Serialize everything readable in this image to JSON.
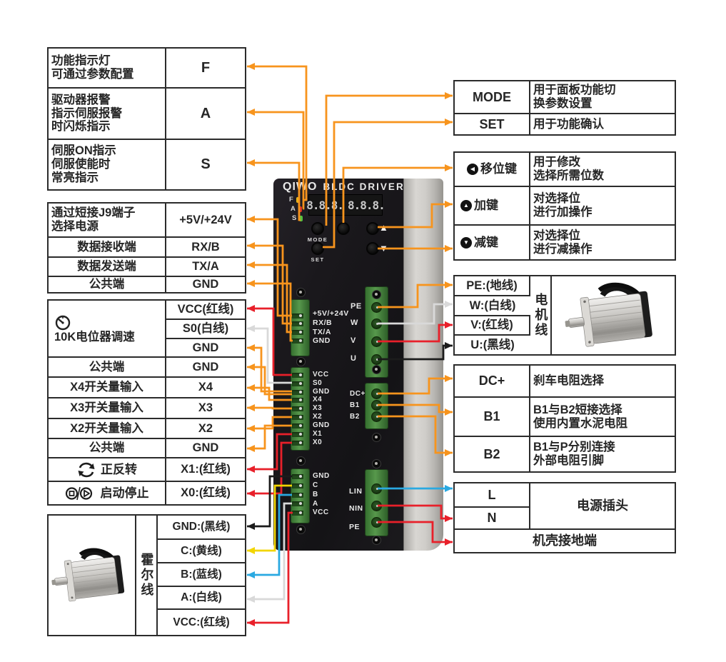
{
  "colors": {
    "orange": "#f7941d",
    "red": "#e8202a",
    "white_wire": "#d9d9d9",
    "black_wire": "#1b1b1b",
    "yellow": "#f2d500",
    "blue": "#2aa9e1",
    "table_border": "#2b2b2b",
    "led_f": "#e8b31a",
    "led_a": "#e03020",
    "led_s": "#58c040"
  },
  "left_tables": {
    "indicators": {
      "rows": [
        {
          "desc_lines": [
            "功能指示灯",
            "可通过参数配置"
          ],
          "code": "F"
        },
        {
          "desc_lines": [
            "驱动器报警",
            "指示伺服报警",
            "时闪烁指示"
          ],
          "code": "A"
        },
        {
          "desc_lines": [
            "伺服ON指示",
            "伺服使能时",
            "常亮指示"
          ],
          "code": "S"
        }
      ]
    },
    "comm": {
      "rows": [
        {
          "desc_lines": [
            "通过短接J9端子",
            "选择电源"
          ],
          "code": "+5V/+24V"
        },
        {
          "desc_lines": [
            "数据接收端"
          ],
          "code": "RX/B"
        },
        {
          "desc_lines": [
            "数据发送端"
          ],
          "code": "TX/A"
        },
        {
          "desc_lines": [
            "公共端"
          ],
          "code": "GND"
        }
      ]
    },
    "io": {
      "pot_label": "10K电位器调速",
      "pot_codes": [
        "VCC(红线)",
        "S0(白线)",
        "GND"
      ],
      "rows": [
        {
          "desc": "公共端",
          "code": "GND"
        },
        {
          "desc": "X4开关量输入",
          "code": "X4"
        },
        {
          "desc": "X3开关量输入",
          "code": "X3"
        },
        {
          "desc": "X2开关量输入",
          "code": "X2"
        },
        {
          "desc": "公共端",
          "code": "GND"
        },
        {
          "desc": "正反转",
          "code": "X1:(红线)"
        },
        {
          "desc": "启动停止",
          "code": "X0:(红线)"
        }
      ]
    },
    "hall": {
      "group_label": "霍尔线",
      "codes": [
        "GND:(黑线)",
        "C:(黄线)",
        "B:(蓝线)",
        "A:(白线)",
        "VCC:(红线)"
      ]
    }
  },
  "right_tables": {
    "panel_keys": {
      "rows": [
        {
          "key": "MODE",
          "desc_lines": [
            "用于面板功能切",
            "换参数设置"
          ]
        },
        {
          "key": "SET",
          "desc_lines": [
            "用于功能确认"
          ]
        }
      ]
    },
    "adjust_keys": {
      "rows": [
        {
          "icon_glyph": "◀",
          "key": "移位键",
          "desc_lines": [
            "用于修改",
            "选择所需位数"
          ]
        },
        {
          "icon_glyph": "▲",
          "key": "加键",
          "desc_lines": [
            "对选择位",
            "进行加操作"
          ]
        },
        {
          "icon_glyph": "▼",
          "key": "减键",
          "desc_lines": [
            "对选择位",
            "进行减操作"
          ]
        }
      ]
    },
    "motor_wires": {
      "group_label": "电机线",
      "codes": [
        "PE:(地线)",
        "W:(白线)",
        "V:(红线)",
        "U:(黑线)"
      ]
    },
    "brake": {
      "rows": [
        {
          "key": "DC+",
          "desc_lines": [
            "刹车电阻选择"
          ]
        },
        {
          "key": "B1",
          "desc_lines": [
            "B1与B2短接选择",
            "使用内置水泥电阻"
          ]
        },
        {
          "key": "B2",
          "desc_lines": [
            "B1与P分别连接",
            "外部电阻引脚"
          ]
        }
      ]
    },
    "power": {
      "l": "L",
      "n": "N",
      "plug_label": "电源插头",
      "ground_label": "机壳接地端"
    }
  },
  "driver": {
    "brand": "QIWO",
    "model": "BLDC DRIVER",
    "leds": [
      "F",
      "A",
      "S"
    ],
    "display_left": "8.8.8.",
    "display_right": "8.8.8.",
    "mode_label": "MODE",
    "set_label": "SET",
    "up_glyph": "▲",
    "down_glyph": "▼",
    "terminals": {
      "comm": [
        "+5V/+24V",
        "RX/B",
        "TX/A",
        "GND"
      ],
      "io": [
        "VCC",
        "S0",
        "GND",
        "X4",
        "X3",
        "X2",
        "GND",
        "X1",
        "X0"
      ],
      "hall": [
        "GND",
        "C",
        "B",
        "A",
        "VCC"
      ],
      "motor": [
        "PE",
        "W",
        "V",
        "U"
      ],
      "brake": [
        "DC+",
        "B1",
        "B2"
      ],
      "power": [
        "LIN",
        "NIN",
        "PE"
      ]
    }
  }
}
